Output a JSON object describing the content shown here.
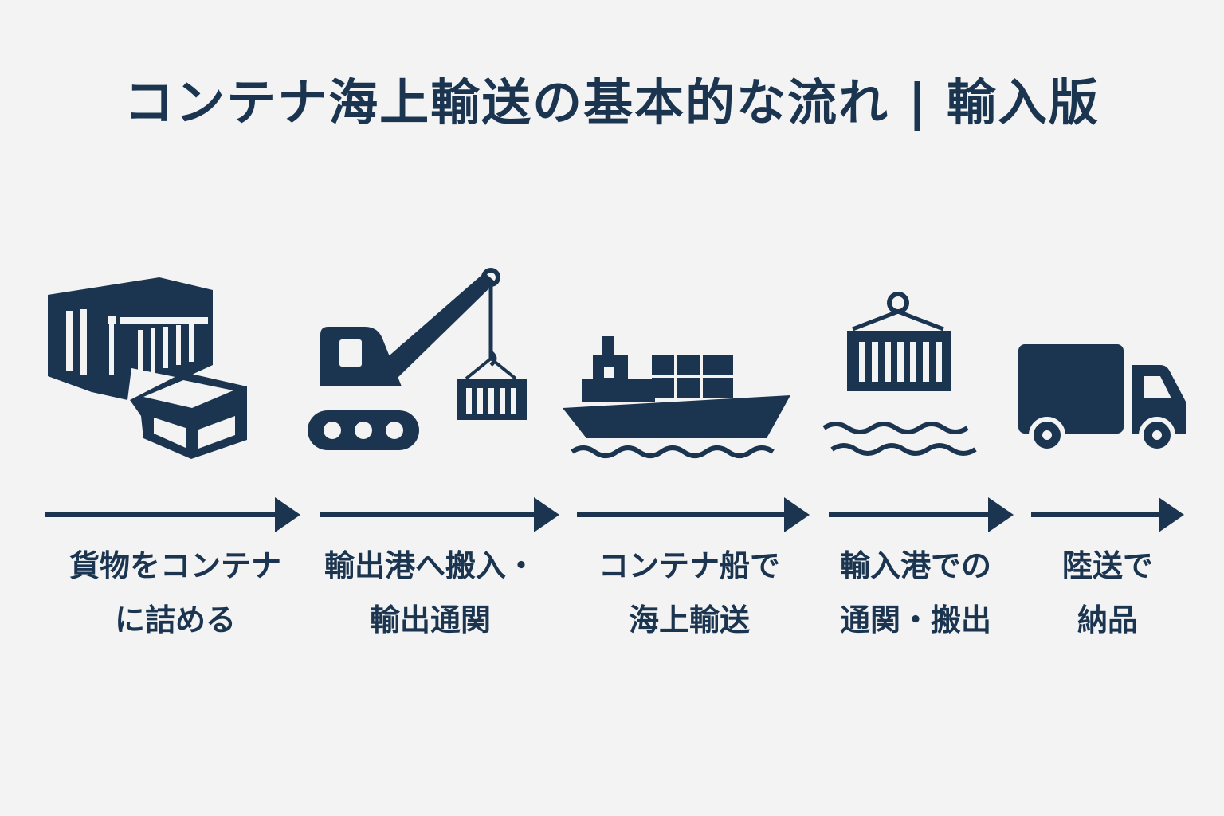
{
  "title": "コンテナ海上輸送の基本的な流れ | 輸入版",
  "colors": {
    "primary": "#1b3550",
    "background": "#f3f3f3"
  },
  "steps": [
    {
      "icon": "container-with-box-icon",
      "line1": "貨物をコンテナ",
      "line2": "に詰める"
    },
    {
      "icon": "crane-icon",
      "line1": "輸出港へ搬入・",
      "line2": "輸出通関"
    },
    {
      "icon": "container-ship-icon",
      "line1": "コンテナ船で",
      "line2": "海上輸送"
    },
    {
      "icon": "container-over-water-icon",
      "line1": "輸入港での",
      "line2": "通関・搬出"
    },
    {
      "icon": "truck-icon",
      "line1": "陸送で",
      "line2": "納品"
    }
  ]
}
